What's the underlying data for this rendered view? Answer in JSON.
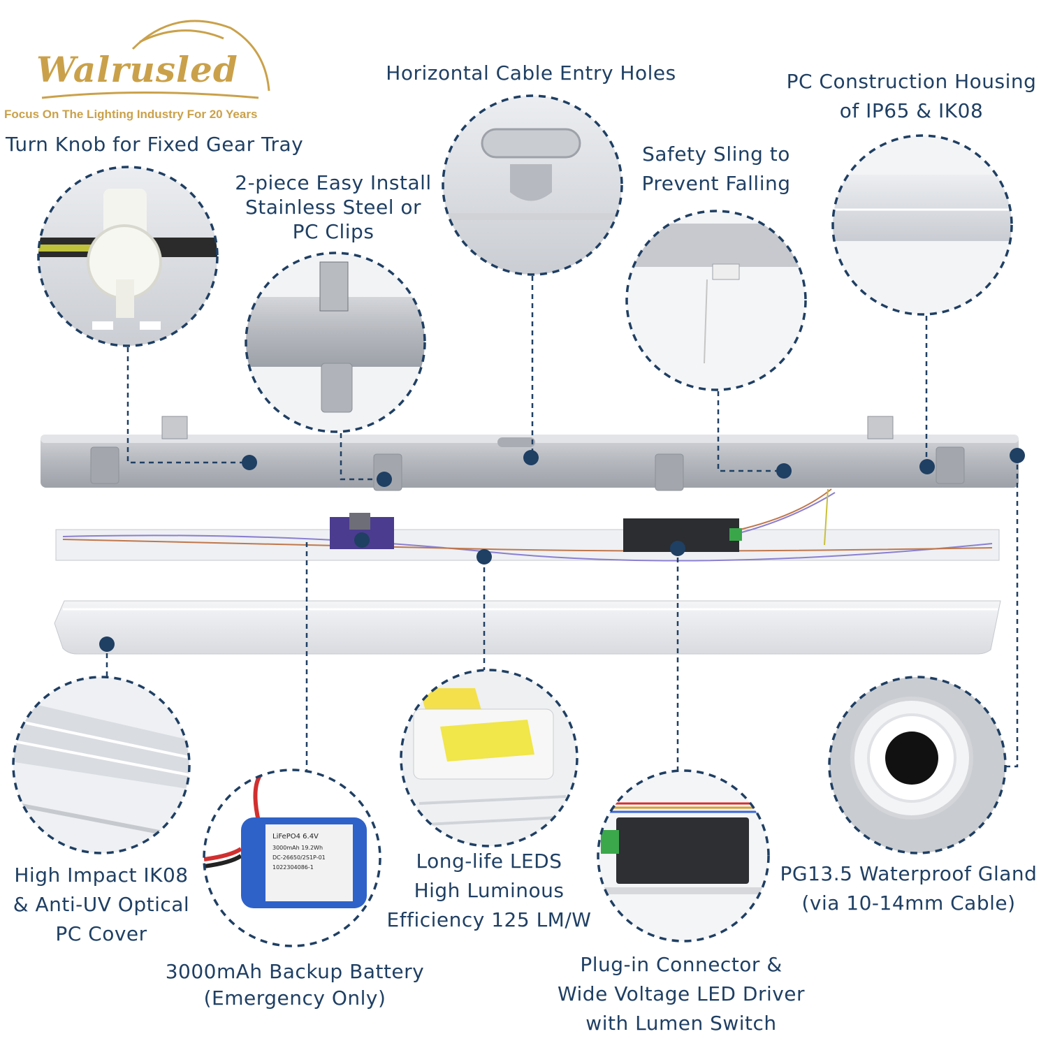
{
  "brand": {
    "name": "Walrusled",
    "tagline": "Focus On The Lighting Industry For 20 Years"
  },
  "colors": {
    "accent": "#1f3f63",
    "gold": "#caa14a"
  },
  "features": {
    "turn_knob": "Turn Knob for Fixed Gear Tray",
    "clips": "2-piece Easy Install\nStainless Steel or\nPC Clips",
    "cable_entry": "Horizontal Cable Entry Holes",
    "safety_sling": "Safety Sling to\nPrevent Falling",
    "housing": "PC Construction Housing\nof IP65 & IK08",
    "pc_cover": "High Impact IK08\n& Anti-UV Optical\nPC Cover",
    "battery": "3000mAh Backup Battery\n(Emergency Only)",
    "leds": "Long-life LEDS\nHigh Luminous\nEfficiency 125 LM/W",
    "driver": "Plug-in Connector &\nWide Voltage LED Driver\nwith Lumen Switch",
    "gland": "PG13.5 Waterproof Gland\n(via 10-14mm Cable)"
  },
  "battery_label": {
    "line1": "LiFePO4  6.4V",
    "line2": "3000mAh  19.2Wh",
    "line3": "DC-26650/2S1P-01",
    "line4": "1022304086-1"
  }
}
